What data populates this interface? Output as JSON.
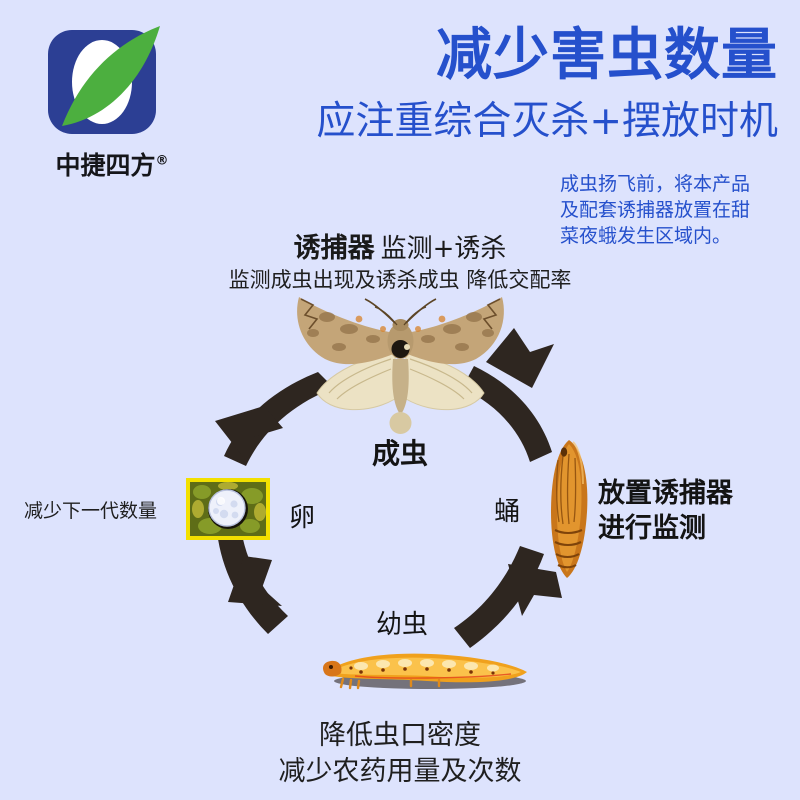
{
  "background_color": "#dde3fd",
  "brand": {
    "logo_icon": "leaf-logo-icon",
    "logo_colors": {
      "square": "#2c3f94",
      "leaf": "#4caf3f",
      "inner": "#ffffff"
    },
    "name": "中捷四方",
    "registered_mark": "®"
  },
  "header": {
    "title": "减少害虫数量",
    "subtitle": "应注重综合灭杀+摆放时机",
    "title_color": "#2550cc",
    "note_lines": [
      "成虫扬飞前，将本产品",
      "及配套诱捕器放置在甜",
      "菜夜蛾发生区域内。"
    ]
  },
  "trap_section": {
    "heading_strong": "诱捕器",
    "heading_light": "监测+诱杀",
    "subheading": "监测成虫出现及诱杀成虫 降低交配率"
  },
  "lifecycle": {
    "direction": "counter-clockwise",
    "arrow_color": "#2e2620",
    "stages": [
      {
        "key": "adult",
        "label": "成虫",
        "image": "moth-photo",
        "position": "top"
      },
      {
        "key": "egg",
        "label": "卵",
        "image": "egg-photo",
        "position": "left"
      },
      {
        "key": "larva",
        "label": "幼虫",
        "image": "larva-photo",
        "position": "bottom"
      },
      {
        "key": "pupa",
        "label": "蛹",
        "image": "pupa-photo",
        "position": "right"
      }
    ]
  },
  "callouts": {
    "left": "减少下一代数量",
    "right_lines": [
      "放置诱捕器",
      "进行监测"
    ]
  },
  "footer": {
    "lines": [
      "降低虫口密度",
      "减少农药用量及次数"
    ]
  }
}
